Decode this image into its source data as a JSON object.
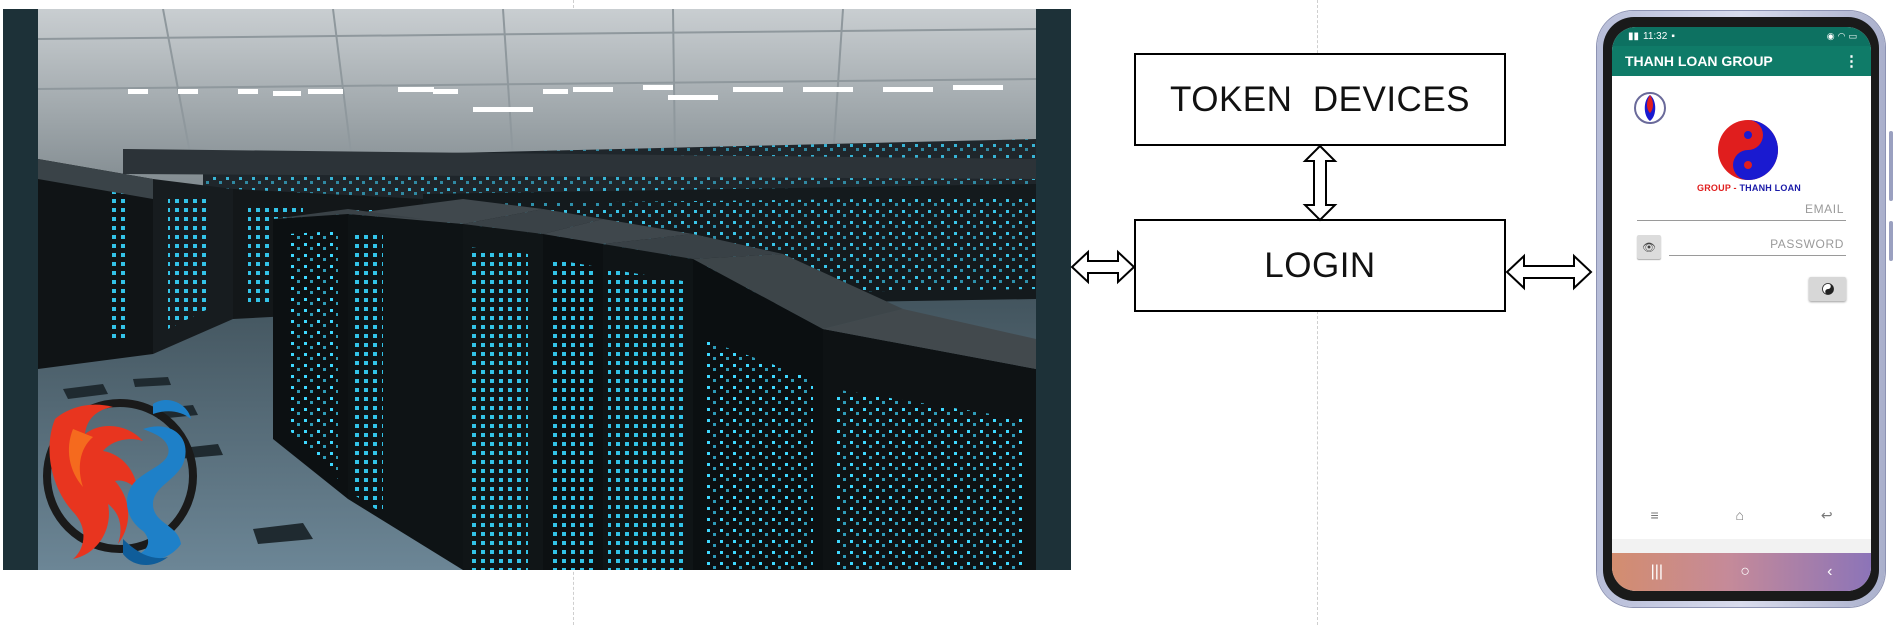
{
  "diagram": {
    "nodes": {
      "token_devices": "TOKEN  DEVICES",
      "login": "LOGIN"
    },
    "edges": [
      {
        "from": "server-photo",
        "to": "login",
        "style": "double-arrow"
      },
      {
        "from": "token_devices",
        "to": "login",
        "style": "double-arrow"
      },
      {
        "from": "login",
        "to": "phone",
        "style": "double-arrow"
      }
    ]
  },
  "phone": {
    "status_time": "11:32",
    "app_title": "THANH LOAN GROUP",
    "brand_part1": "GROUP - ",
    "brand_part2": "THANH LOAN",
    "email_placeholder": "EMAIL",
    "password_placeholder": "PASSWORD",
    "icons": {
      "menu": "more-vert-icon",
      "eye": "eye-icon",
      "login": "yin-yang-icon",
      "nav_recents": "recents-icon",
      "nav_home": "home-icon",
      "nav_back": "back-icon"
    }
  },
  "colors": {
    "appbar": "#0f7b68",
    "logo_red": "#e01e1e",
    "logo_blue": "#1a1ad0",
    "rack_glow": "#36d6ff",
    "phoenix": "#e8351f",
    "dragon": "#1e80c8"
  }
}
